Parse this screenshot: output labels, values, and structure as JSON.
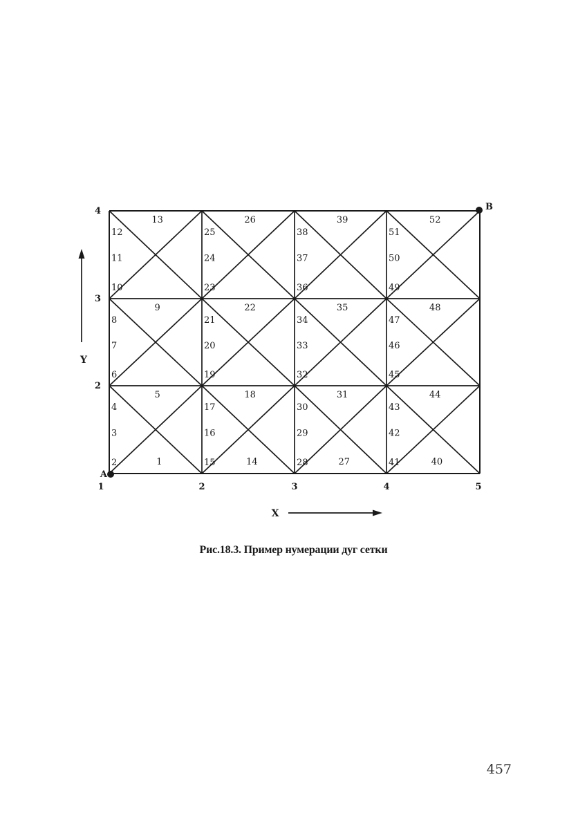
{
  "figure": {
    "caption": "Рис.18.3. Пример нумерации дуг сетки",
    "point_a": "A",
    "point_b": "B",
    "x_axis_label": "X",
    "y_axis_label": "Y",
    "x_ticks": [
      "1",
      "2",
      "3",
      "4",
      "5"
    ],
    "y_ticks": [
      "2",
      "3",
      "4"
    ],
    "cells": [
      {
        "col": 1,
        "row": 1,
        "bottom": "1",
        "left": [
          "2",
          "3",
          "4"
        ],
        "top": "5"
      },
      {
        "col": 1,
        "row": 2,
        "left": [
          "6",
          "7",
          "8"
        ],
        "top": "9"
      },
      {
        "col": 1,
        "row": 3,
        "left": [
          "10",
          "11",
          "12"
        ],
        "top": "13"
      },
      {
        "col": 2,
        "row": 1,
        "bottom": "14",
        "left": [
          "15",
          "16",
          "17"
        ],
        "top": "18"
      },
      {
        "col": 2,
        "row": 2,
        "left": [
          "19",
          "20",
          "21"
        ],
        "top": "22"
      },
      {
        "col": 2,
        "row": 3,
        "left": [
          "23",
          "24",
          "25"
        ],
        "top": "26"
      },
      {
        "col": 3,
        "row": 1,
        "bottom": "27",
        "left": [
          "28",
          "29",
          "30"
        ],
        "top": "31"
      },
      {
        "col": 3,
        "row": 2,
        "left": [
          "32",
          "33",
          "34"
        ],
        "top": "35"
      },
      {
        "col": 3,
        "row": 3,
        "left": [
          "36",
          "37",
          "38"
        ],
        "top": "39"
      },
      {
        "col": 4,
        "row": 1,
        "bottom": "40",
        "left": [
          "41",
          "42",
          "43"
        ],
        "top": "44"
      },
      {
        "col": 4,
        "row": 2,
        "left": [
          "45",
          "46",
          "47"
        ],
        "top": "48"
      },
      {
        "col": 4,
        "row": 3,
        "left": [
          "49",
          "50",
          "51"
        ],
        "top": "52"
      }
    ]
  },
  "page_number": "457"
}
